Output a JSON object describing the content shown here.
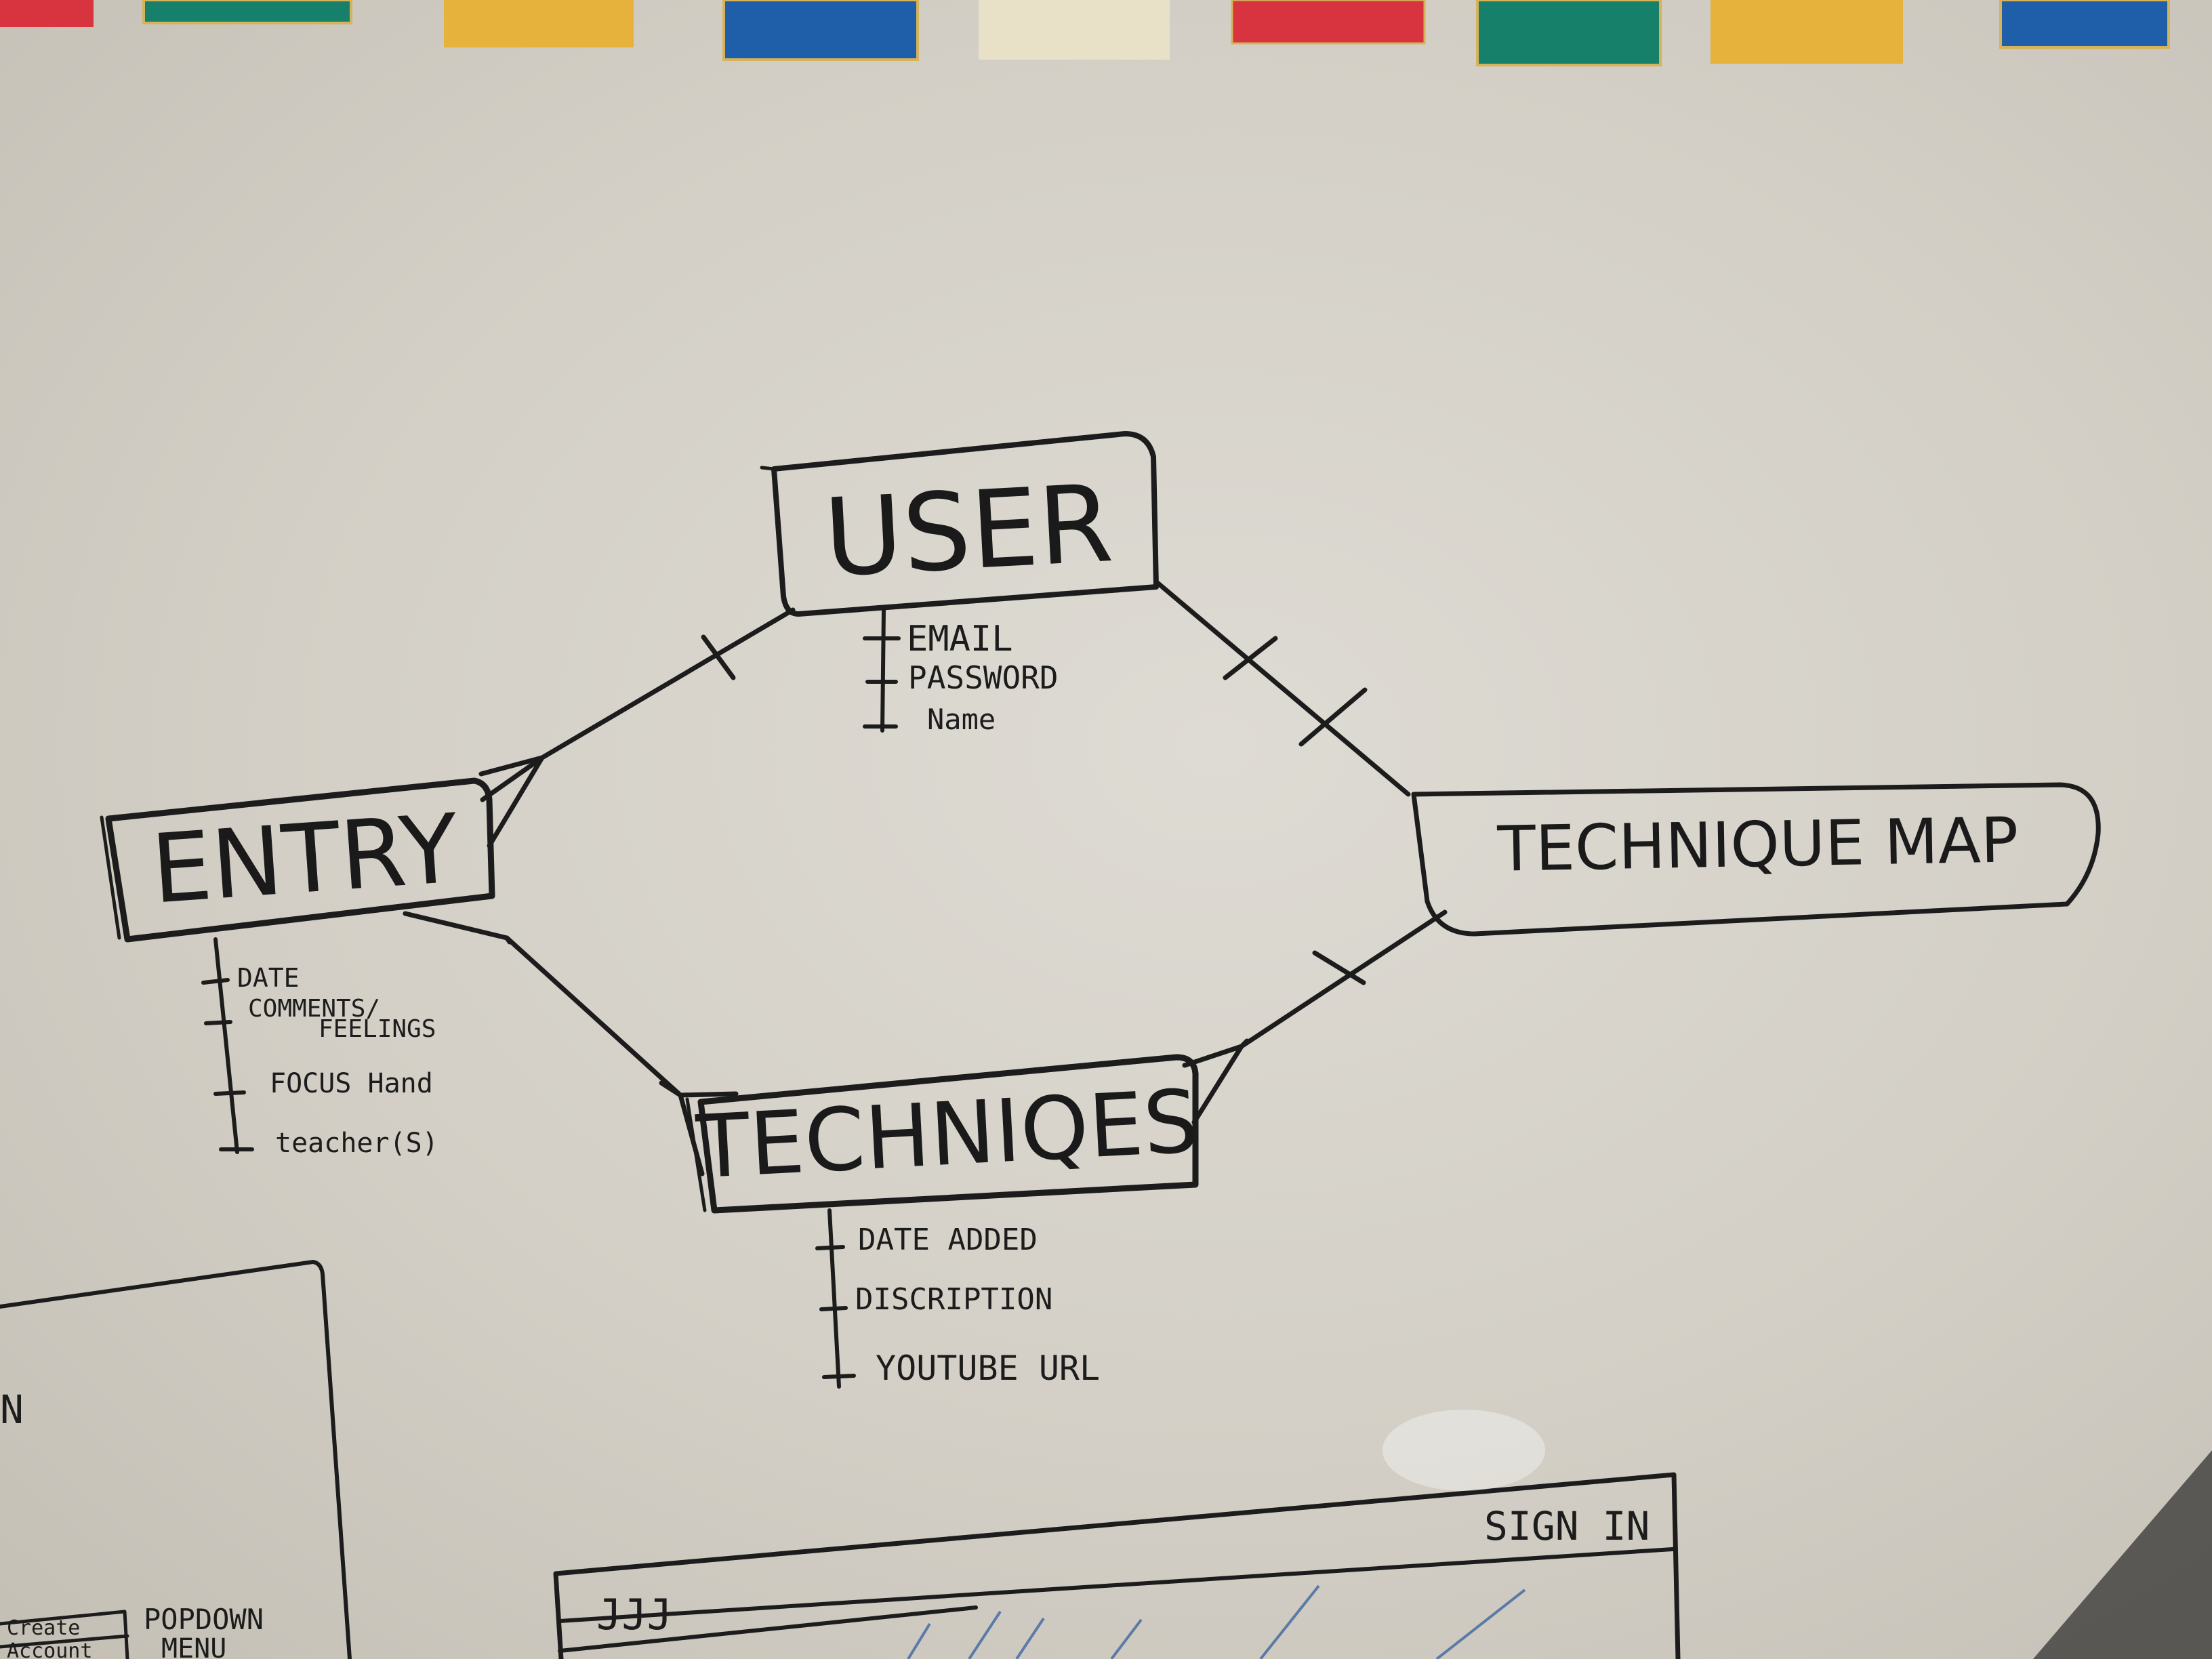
{
  "colors": {
    "ink": "#1c1c1c",
    "board": "#d8d5ce",
    "card_blue": "#1f5ea8",
    "card_green": "#17806a",
    "card_yellow": "#e7b23c",
    "card_cream": "#e8e1c8",
    "card_red": "#d8343f"
  },
  "entities": {
    "user": {
      "name": "USER",
      "attributes": [
        "EMAIL",
        "PASSWORD",
        "Name"
      ]
    },
    "entry": {
      "name": "ENTRY",
      "attributes": [
        "DATE",
        "COMMENTS/",
        "FEELINGS",
        "FOCUS Hand",
        "teacher(S)"
      ]
    },
    "techniques": {
      "name": "TECHNIQES",
      "attributes": [
        "DATE ADDED",
        "DISCRIPTION",
        "YOUTUBE URL"
      ]
    },
    "technique_map": {
      "name": "TECHNIQUE MAP"
    }
  },
  "wireframe": {
    "logo": "JJJ",
    "sign_in": "SIGN IN",
    "left_partial": "N",
    "popdown": [
      "POPDOWN",
      "MENU"
    ],
    "tab_labels": [
      "Create",
      "Account"
    ]
  }
}
